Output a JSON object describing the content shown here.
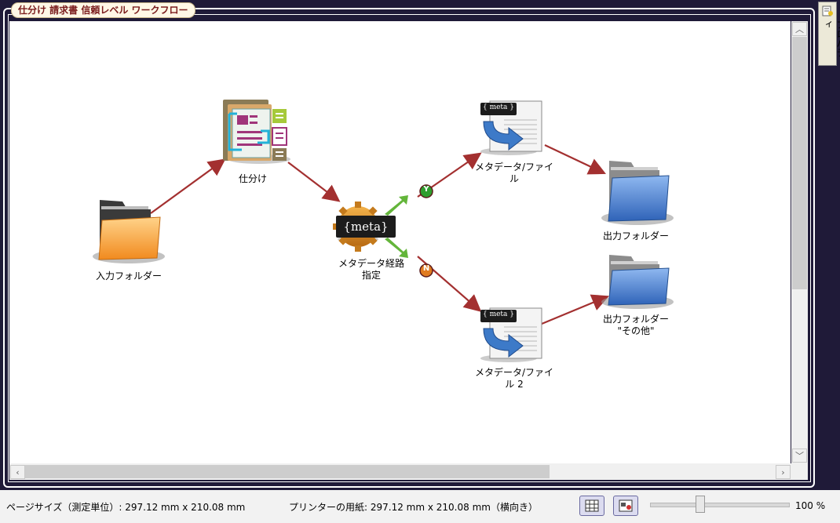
{
  "workflow": {
    "title": "仕分け 請求書 信頼レベル ワークフロー",
    "nodes": {
      "input_folder": "入力フォルダー",
      "sort": "仕分け",
      "routing": "メタデータ経路\n指定",
      "meta_file_1": "メタデータ/ファイ\nル",
      "meta_file_2": "メタデータ/ファイ\nル 2",
      "output_folder_1": "出力フォルダー",
      "output_folder_2": "出力フォルダー\n\"その他\""
    },
    "badges": {
      "yes": "Y",
      "no": "N"
    },
    "meta_icon_text": "{meta}",
    "small_meta_text": "{ meta }"
  },
  "side_tab": {
    "label": "プロパティ"
  },
  "status": {
    "page_size": "ページサイズ（測定単位）:  297.12 mm x 210.08 mm",
    "printer_paper": "プリンターの用紙:  297.12 mm x 210.08 mm（横向き）",
    "zoom": "100 %"
  },
  "colors": {
    "arrow": "#a33030",
    "folder_orange": "#f7a13a",
    "folder_blue": "#4a86d8",
    "badge_green": "#2e9e2e",
    "badge_orange": "#e07b1f"
  }
}
